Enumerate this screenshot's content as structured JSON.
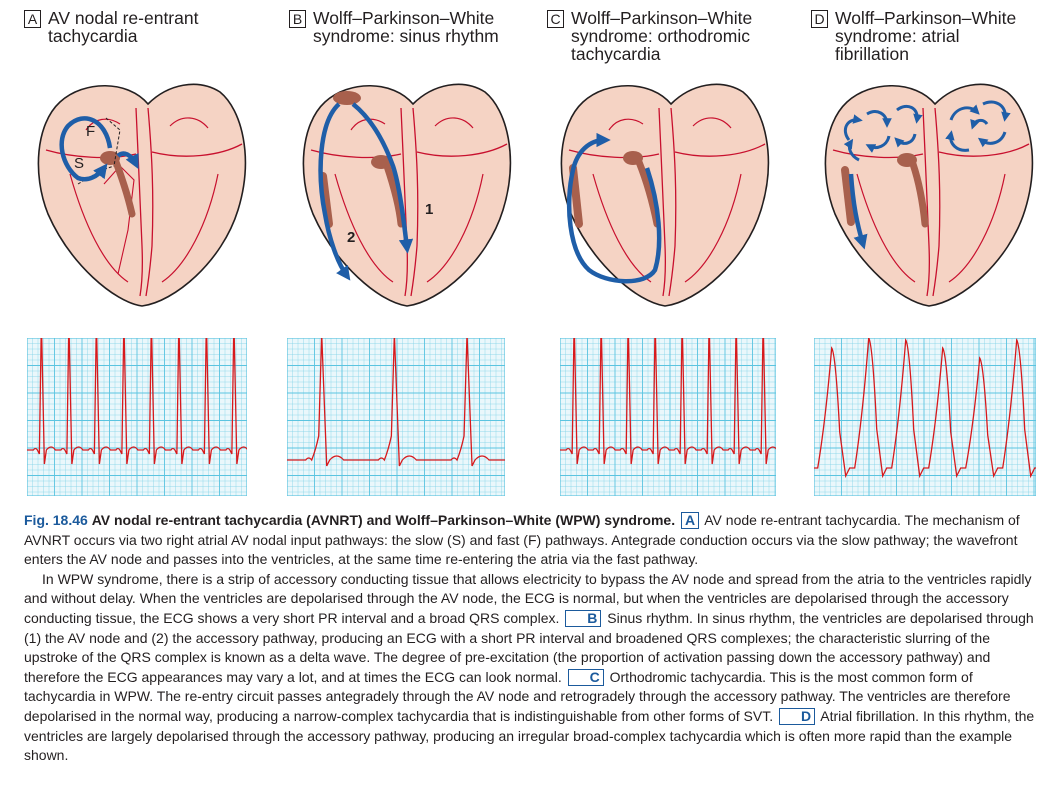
{
  "panels": [
    {
      "label": "A",
      "title": "AV nodal re-entrant\ntachycardia",
      "marks": {
        "f": "F",
        "s": "S"
      }
    },
    {
      "label": "B",
      "title": "Wolff–Parkinson–White\nsyndrome: sinus rhythm",
      "marks": {
        "one": "1",
        "two": "2"
      }
    },
    {
      "label": "C",
      "title": "Wolff–Parkinson–White\nsyndrome: orthodromic\ntachycardia"
    },
    {
      "label": "D",
      "title": "Wolff–Parkinson–White\nsyndrome: atrial\nfibrillation"
    }
  ],
  "ecg": {
    "A": {
      "beats": 8,
      "kind": "narrow"
    },
    "B": {
      "beats": 3,
      "kind": "delta"
    },
    "C": {
      "beats": 8,
      "kind": "narrow"
    },
    "D": {
      "beats": 6,
      "kind": "broad"
    }
  },
  "colors": {
    "heart_fill": "#f5d3c4",
    "heart_outline": "#231f20",
    "vessel": "#c8102e",
    "node": "#a8604d",
    "arrow": "#1f5ea8",
    "ecg_grid": "#5bc4e0",
    "ecg_trace": "#d7191c",
    "accent": "#1b5a9c"
  },
  "caption": {
    "fig": "Fig. 18.46",
    "title": "AV nodal re-entrant tachycardia (AVNRT) and Wolff–Parkinson–White (WPW) syndrome.",
    "box_a": "A",
    "text_a": "AV node re-entrant tachycardia. The mechanism of AVNRT occurs via two right atrial AV nodal input pathways: the slow (S) and fast (F) pathways. Antegrade conduction occurs via the slow pathway; the wavefront enters the AV node and passes into the ventricles, at the same time re-entering the atria via the fast pathway.",
    "para2": "In WPW syndrome, there is a strip of accessory conducting tissue that allows electricity to bypass the AV node and spread from the atria to the ventricles rapidly and without delay. When the ventricles are depolarised through the AV node, the ECG is normal, but when the ventricles are depolarised through the accessory conducting tissue, the ECG shows a very short PR interval and a broad QRS complex.",
    "box_b": "B",
    "text_b": "Sinus rhythm. In sinus rhythm, the ventricles are depolarised through (1) the AV node and (2) the accessory pathway, producing an ECG with a short PR interval and broadened QRS complexes; the characteristic slurring of the upstroke of the QRS complex is known as a delta wave. The degree of pre-excitation (the proportion of activation passing down the accessory pathway) and therefore the ECG appearances may vary a lot, and at times the ECG can look normal.",
    "box_c": "C",
    "text_c": "Orthodromic tachycardia. This is the most common form of tachycardia in WPW. The re-entry circuit passes antegradely through the AV node and retrogradely through the accessory pathway. The ventricles are therefore depolarised in the normal way, producing a narrow-complex tachycardia that is indistinguishable from other forms of SVT.",
    "box_d": "D",
    "text_d": "Atrial fibrillation. In this rhythm, the ventricles are largely depolarised through the accessory pathway, producing an irregular broad-complex tachycardia which is often more rapid than the example shown."
  }
}
